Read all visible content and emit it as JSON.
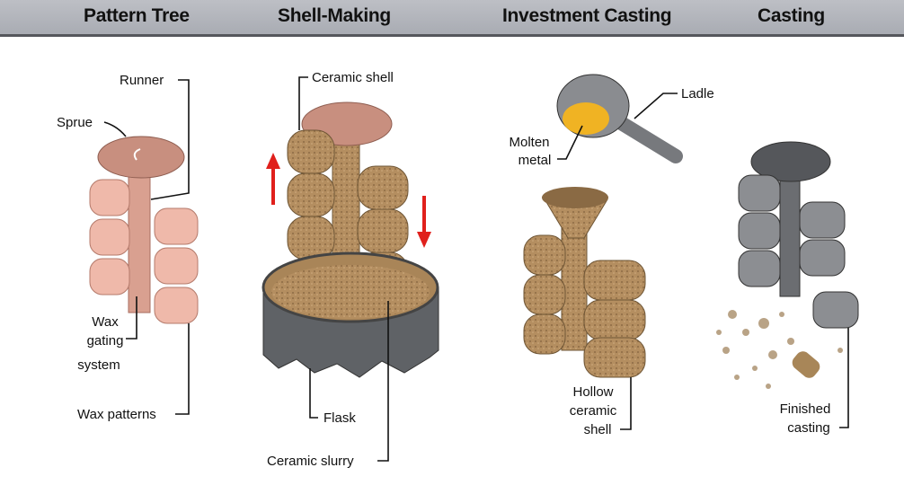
{
  "header": {
    "stages": [
      "Pattern Tree",
      "Shell-Making",
      "Investment Casting",
      "Casting"
    ]
  },
  "labels": {
    "runner": "Runner",
    "sprue": "Sprue",
    "wax_gating": [
      "Wax",
      "gating",
      "system"
    ],
    "wax_patterns": "Wax patterns",
    "ceramic_shell": "Ceramic shell",
    "flask": "Flask",
    "ceramic_slurry": "Ceramic slurry",
    "ladle": "Ladle",
    "molten_metal": [
      "Molten",
      "metal"
    ],
    "hollow_shell": [
      "Hollow",
      "ceramic",
      "shell"
    ],
    "finished_casting": [
      "Finished",
      "casting"
    ]
  },
  "colors": {
    "wax": "#e9b3a4",
    "ceramic": "#b08a5e",
    "metal": "#7d7f83",
    "molten": "#f0b323",
    "arrow": "#e0201c",
    "header": "#b0b3ba"
  }
}
